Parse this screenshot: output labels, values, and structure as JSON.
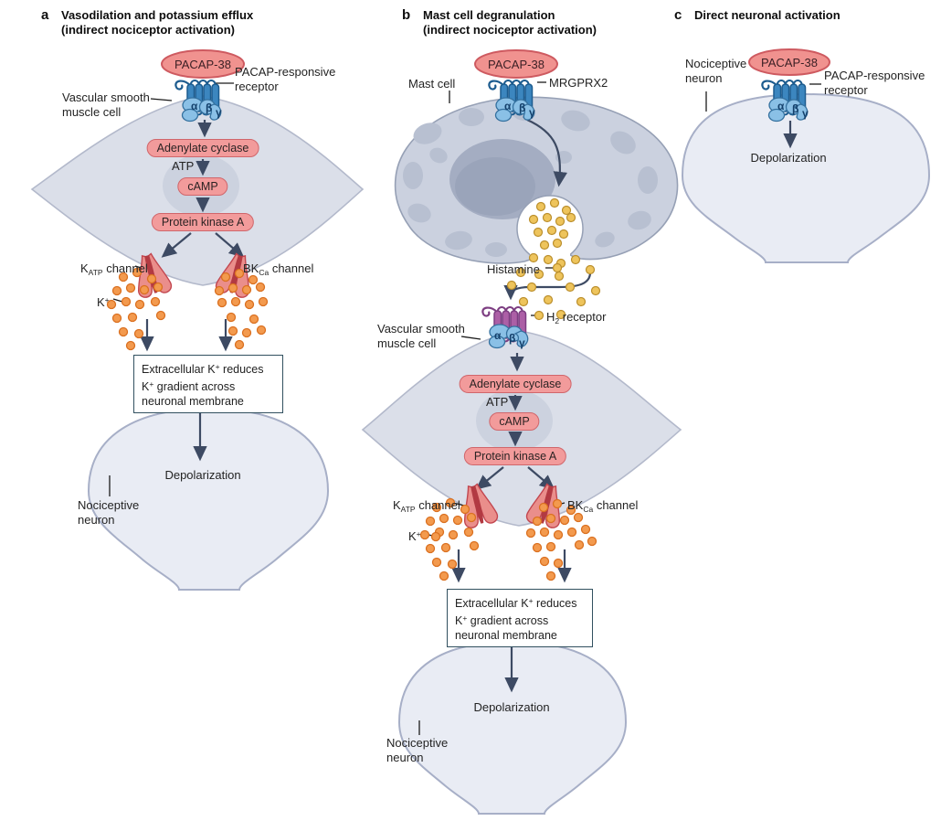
{
  "colors": {
    "cell_fill": "#dbdfe9",
    "cell_stroke": "#b3b9cb",
    "neuron_fill": "#e9ecf4",
    "neuron_stroke": "#a7afc7",
    "mast_fill": "#cbd1df",
    "mast_stroke": "#96a0b5",
    "receptor_blue": "#3c86bf",
    "receptor_blue_stroke": "#1d5c8f",
    "receptor_purple": "#ac5fa6",
    "receptor_purple_stroke": "#7d3e82",
    "gprotein_fill": "#8ac0e6",
    "gprotein_stroke": "#35719f",
    "pacap_fill": "#f0928f",
    "pacap_stroke": "#ce5a60",
    "pill_fill": "#f29b9b",
    "pill_stroke": "#d0666b",
    "channel_fill": "#ea8e8b",
    "channel_slit": "#b23a42",
    "ion_orange": "#f39a4e",
    "ion_orange_stroke": "#da7020",
    "granule_yellow": "#eec45c",
    "granule_yellow_stroke": "#bb8f2c",
    "arrow": "#3d4a63",
    "box_border": "#31505f"
  },
  "greek": {
    "alpha": "α",
    "beta": "β",
    "gamma": "γ"
  },
  "shared": {
    "pacap": "PACAP-38",
    "pacap_receptor_line1": "PACAP-responsive",
    "pacap_receptor_line2": "receptor",
    "vascular_line1": "Vascular smooth",
    "vascular_line2": "muscle cell",
    "adenylate_cyclase": "Adenylate cyclase",
    "atp": "ATP",
    "camp": "cAMP",
    "pka": "Protein kinase A",
    "katp": {
      "pre": "K",
      "sub": "ATP",
      "post": " channel"
    },
    "bkca": {
      "pre": "BK",
      "sub": "Ca",
      "post": " channel"
    },
    "k_ion": {
      "pre": "K",
      "sup": "+"
    },
    "box": {
      "line1_pre": "Extracellular K",
      "line1_sup": "+",
      "line1_post": " reduces",
      "line2_pre": "K",
      "line2_sup": "+",
      "line2_post": " gradient across",
      "line3": "neuronal membrane"
    },
    "depolarization": "Depolarization",
    "nociceptive_line1": "Nociceptive",
    "nociceptive_line2": "neuron"
  },
  "panel_a": {
    "letter": "a",
    "title_line1": "Vasodilation and potassium efflux",
    "title_line2": "(indirect nociceptor activation)"
  },
  "panel_b": {
    "letter": "b",
    "title_line1": "Mast cell degranulation",
    "title_line2": "(indirect nociceptor activation)",
    "mast_cell": "Mast cell",
    "mrgprx2": "MRGPRX2",
    "histamine": "Histamine",
    "h2": {
      "pre": "H",
      "sub": "2",
      "post": " receptor"
    }
  },
  "panel_c": {
    "letter": "c",
    "title": "Direct neuronal activation"
  }
}
